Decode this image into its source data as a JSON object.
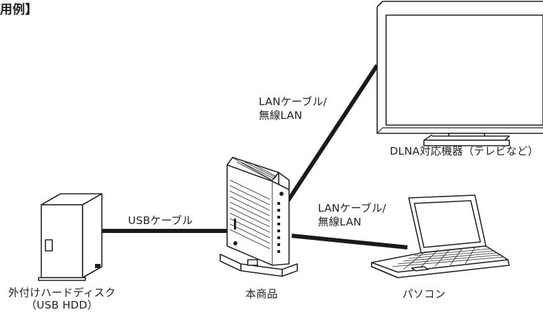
{
  "title": "用例】",
  "labels": {
    "lan_tv_line1": "LANケーブル/",
    "lan_tv_line2": "無線LAN",
    "lan_pc_line1": "LANケーブル/",
    "lan_pc_line2": "無線LAN",
    "usb_cable": "USBケーブル"
  },
  "devices": {
    "tv": "DLNA対応機器（テレビなど）",
    "router": "本商品",
    "pc": "パソコン",
    "hdd_line1": "外付けハードディスク",
    "hdd_line2": "（USB HDD）"
  },
  "colors": {
    "ink": "#231f20",
    "cable": "#1a1a1a",
    "background": "#ffffff"
  }
}
